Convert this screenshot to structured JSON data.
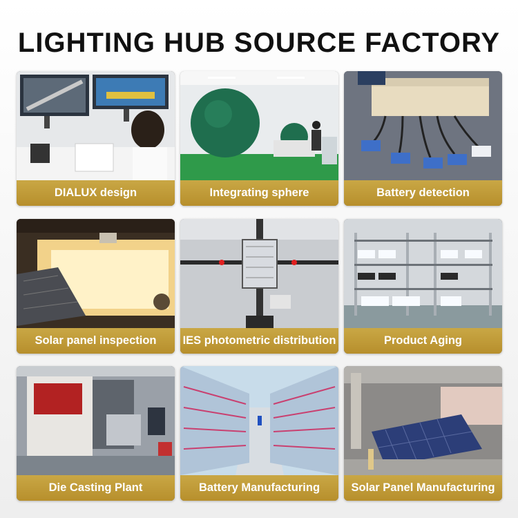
{
  "title": "LIGHTING HUB SOURCE FACTORY",
  "tiles": [
    {
      "caption": "DIALUX design"
    },
    {
      "caption": "Integrating sphere"
    },
    {
      "caption": "Battery detection"
    },
    {
      "caption": "Solar panel inspection"
    },
    {
      "caption": "IES photometric distribution"
    },
    {
      "caption": "Product Aging"
    },
    {
      "caption": "Die Casting Plant"
    },
    {
      "caption": "Battery Manufacturing"
    },
    {
      "caption": "Solar Panel Manufacturing"
    }
  ],
  "colors": {
    "caption_gold": "#c29d3a",
    "title_black": "#111111"
  }
}
